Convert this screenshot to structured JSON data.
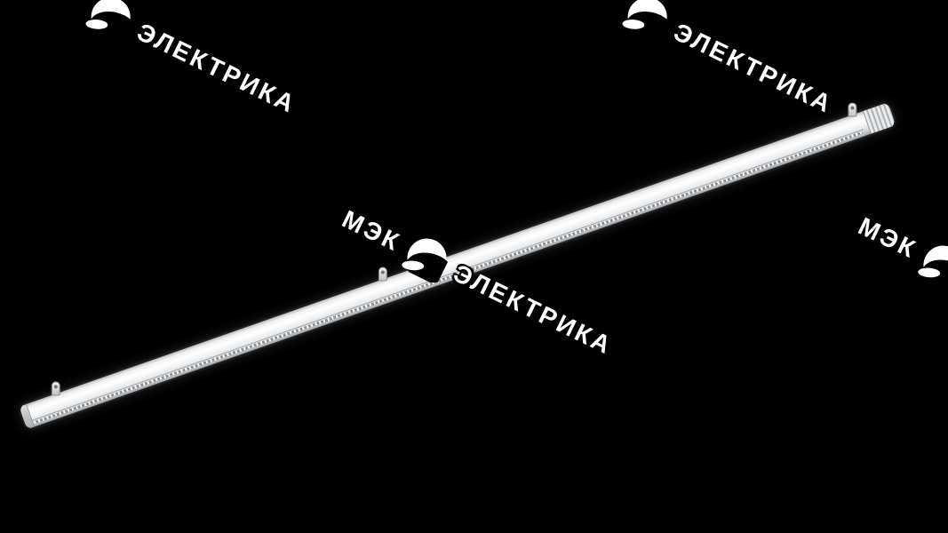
{
  "scene": {
    "background_color": "#000000",
    "subject": "suspended linear LED luminaire product photo"
  },
  "watermark": {
    "brand_short": "МЭК",
    "brand_long": "ЭЛЕКТРИКА",
    "logo_icon": "crescent-swoosh-icon",
    "text_color": "#ffffff",
    "outline_color": "#000000",
    "instances": [
      "top-left",
      "top-right",
      "center",
      "right-edge"
    ]
  },
  "product": {
    "name": "linear-led-luminaire",
    "body_color": "#ededed",
    "led_dot_color": "#ffffff",
    "suspension_clips": 3
  }
}
